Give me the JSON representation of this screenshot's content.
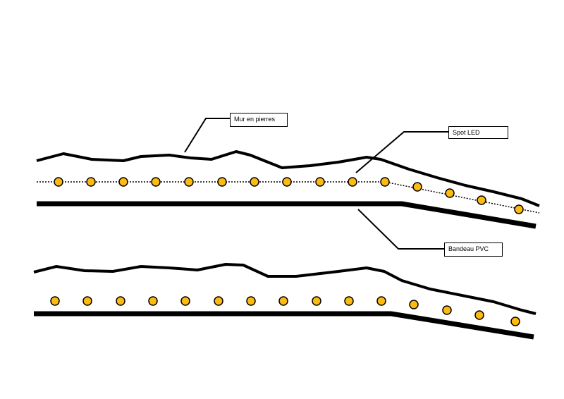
{
  "labels": {
    "wall": "Mur en pierres",
    "spot": "Spot LED",
    "band": "Bandeau PVC"
  },
  "colors": {
    "led_fill": "#FDBA12",
    "line": "#000000"
  },
  "diagrams": [
    {
      "name": "with-dotted-line",
      "led_count": 15,
      "dotted_connector": true
    },
    {
      "name": "without-dotted-line",
      "led_count": 15,
      "dotted_connector": false
    }
  ]
}
